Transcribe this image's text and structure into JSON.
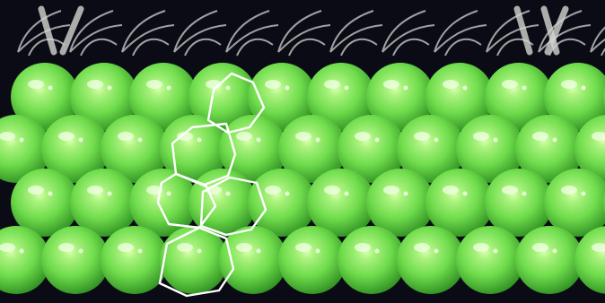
{
  "scene": {
    "subject": "balloon-wall",
    "balloon_rows": 4,
    "balloons_per_row": 10,
    "highlighted_outline_count": 5,
    "colors": {
      "background": "#0b0b16",
      "balloon_light": "#bff78c",
      "balloon_mid": "#7ee85a",
      "balloon_dark": "#3fa72a",
      "net": "#d2d6d0",
      "outline": "#ffffff"
    }
  }
}
